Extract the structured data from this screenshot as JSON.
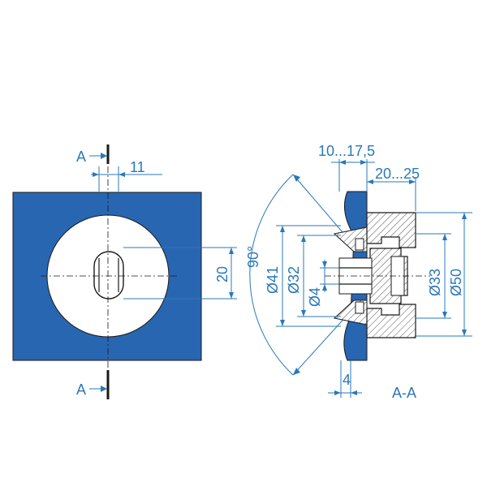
{
  "colors": {
    "plate": "#2966b1",
    "dimension": "#2a78b8",
    "outline": "#1a1a1a",
    "hatch": "#555555",
    "background": "#ffffff"
  },
  "front_view": {
    "section_mark_top": "A",
    "section_mark_bottom": "A",
    "dim_width": "11",
    "dim_height": "20"
  },
  "section_view": {
    "dim_thickness": "10...17,5",
    "dim_depth": "20...25",
    "dim_angle": "90°",
    "dim_d41": "Ø41",
    "dim_d32": "Ø32",
    "dim_d4": "Ø4",
    "dim_d33": "Ø33",
    "dim_d50": "Ø50",
    "dim_small": "4",
    "section_label": "A-A"
  }
}
